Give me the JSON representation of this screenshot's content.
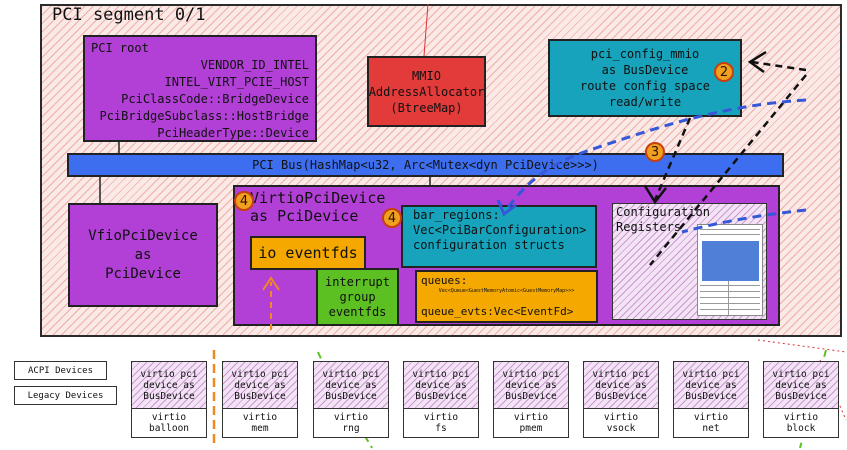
{
  "segment": {
    "title": "PCI segment 0/1"
  },
  "pci_root": {
    "title": "PCI root",
    "lines": [
      "VENDOR_ID_INTEL",
      "INTEL_VIRT_PCIE_HOST",
      "PciClassCode::BridgeDevice",
      "PciBridgeSubclass::HostBridge",
      "PciHeaderType::Device"
    ]
  },
  "mmio_allocator": {
    "line1": "MMIO",
    "line2": "AddressAllocator",
    "line3": "(BtreeMap)"
  },
  "pci_config_mmio": {
    "line1": "pci_config_mmio",
    "line2": "as BusDevice",
    "line3": "route config space",
    "line4": "read/write"
  },
  "pci_bus": {
    "label": "PCI Bus(HashMap<u32, Arc<Mutex<dyn PciDevice>>>)"
  },
  "vfio": {
    "line1": "VfioPciDevice",
    "line2": "as",
    "line3": "PciDevice"
  },
  "virtio_pci_device": {
    "line1": "VirtioPciDevice",
    "line2": "as PciDevice"
  },
  "io_eventfds": {
    "label": "io eventfds"
  },
  "interrupt_group": {
    "line1": "interrupt",
    "line2": "group",
    "line3": "eventfds"
  },
  "bar_regions": {
    "line1": "bar_regions:",
    "line2": "Vec<PciBarConfiguration>",
    "line3": "configuration structs"
  },
  "queues": {
    "line1": "queues:",
    "line2": "Vec<Queue<GuestMemoryAtomic<GuestMemoryMap>>>",
    "line3": "queue_evts:Vec<EventFd>"
  },
  "config_registers": {
    "line1": "Configuration",
    "line2": "Registers"
  },
  "steps": {
    "step2": "2",
    "step3": "3",
    "step4": "4"
  },
  "legend": {
    "acpi": "ACPI Devices",
    "legacy": "Legacy Devices"
  },
  "bus_devices": {
    "top_label": [
      "virtio pci",
      "device as",
      "BusDevice"
    ],
    "items": [
      "virtio balloon",
      "virtio mem",
      "virtio rng",
      "virtio fs",
      "virtio pmem",
      "virtio vsock",
      "virtio net",
      "virtio block"
    ]
  },
  "colors": {
    "purple": "#b23fd6",
    "red": "#e33a3a",
    "teal": "#17a3bc",
    "blue": "#3d6eef",
    "orange": "#f5a800",
    "green": "#5cbf22",
    "dashed_blue": "#3557d8"
  }
}
